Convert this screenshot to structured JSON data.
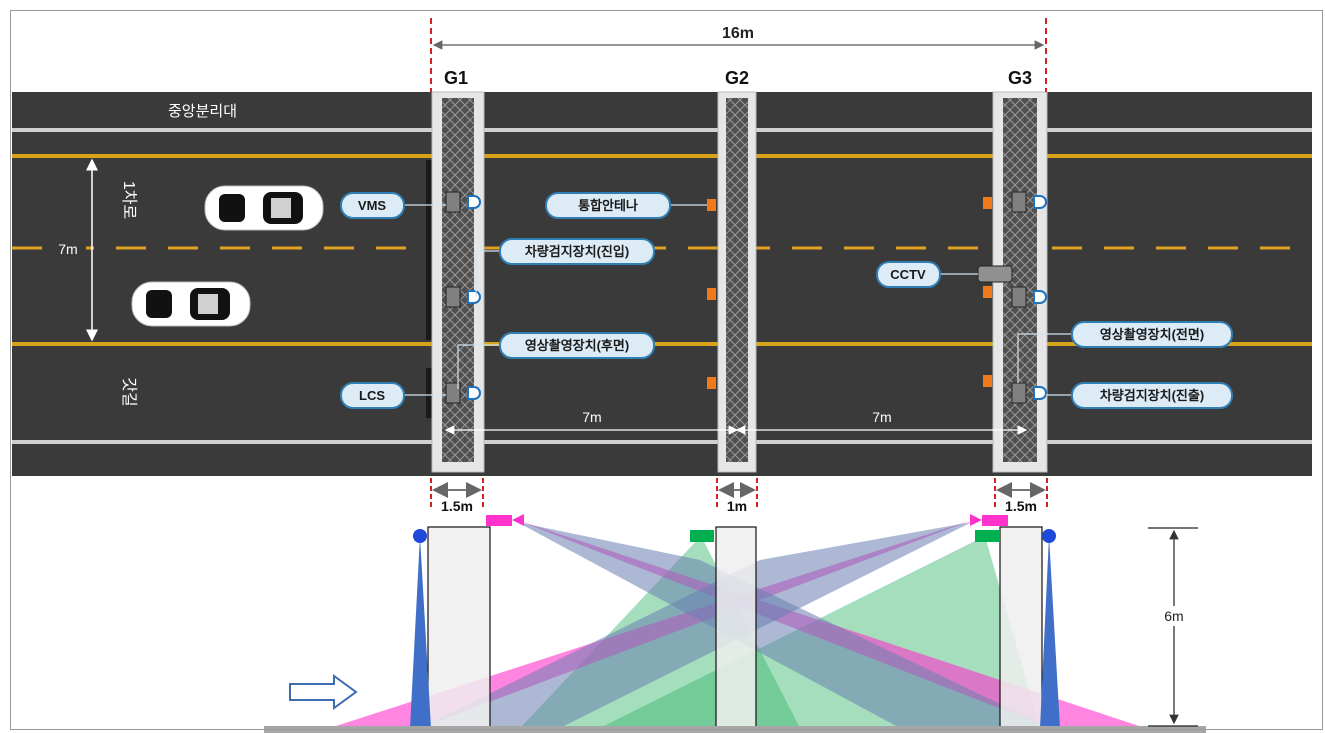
{
  "dimensions": {
    "total_span": "16m",
    "road_width": "7m",
    "spacing_g1_g2": "7m",
    "spacing_g2_g3": "7m",
    "width_g1": "1.5m",
    "width_g2": "1m",
    "width_g3": "1.5m",
    "height": "6m"
  },
  "gantries": [
    "G1",
    "G2",
    "G3"
  ],
  "road": {
    "median_label": "중앙분리대",
    "lane1_label": "1차로",
    "shoulder_label": "갓길"
  },
  "devices": {
    "vms": "VMS",
    "lcs": "LCS",
    "cctv": "CCTV",
    "antenna": "통합안테나",
    "detector_entry": "차량검지장치(진입)",
    "detector_exit": "차량검지장치(진출)",
    "camera_rear": "영상촬영장치(후면)",
    "camera_front": "영상촬영장치(전면)"
  },
  "colors": {
    "asphalt": "#3a3a3a",
    "yellow_line": "#d9a21b",
    "dimension_red": "#d32020",
    "label_fill": "#dcebf6",
    "label_border": "#2f7fb5",
    "antenna_orange": "#f07a1a",
    "camera_magenta": "#ff33cc",
    "detector_green": "#00b050",
    "sensor_blue": "#1f49d8",
    "flow_arrow": "#3e6cb3"
  }
}
